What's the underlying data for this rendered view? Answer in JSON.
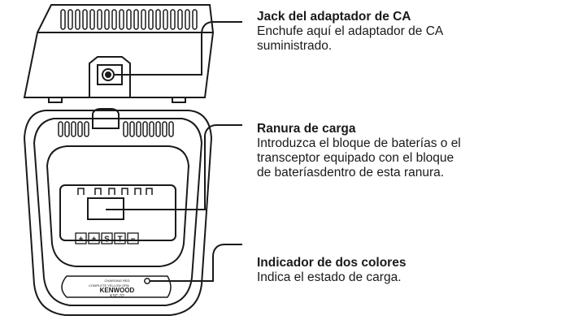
{
  "callouts": [
    {
      "title": "Jack del adaptador de CA",
      "desc_lines": [
        "Enchufe aquí el adaptador de CA",
        "suministrado."
      ]
    },
    {
      "title": "Ranura de carga",
      "desc_lines": [
        "Introduzca el bloque de baterías o el",
        "transceptor equipado con el bloque",
        "de bateríasdentro de esta ranura."
      ]
    },
    {
      "title": "Indicador de dos colores",
      "desc_lines": [
        "Indica el estado de carga."
      ]
    }
  ],
  "device": {
    "led_label_top": "CHARGING  RED",
    "led_label_mid": "COMPLETE  YELLOW GRN",
    "brand": "KENWOOD",
    "model": "KSC-32",
    "terminal_symbols": [
      "+",
      "+",
      "S",
      "T",
      "−"
    ]
  }
}
